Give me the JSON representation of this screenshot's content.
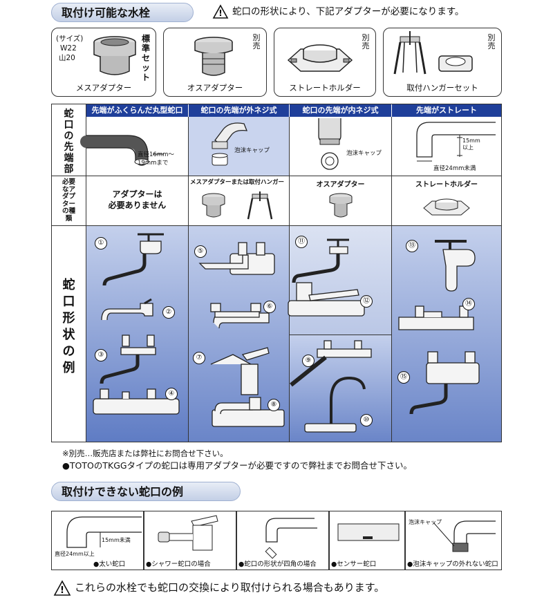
{
  "top": {
    "title": "取付け可能な水栓",
    "warning": "蛇口の形状により、下記アダプターが必要になります。"
  },
  "adapters": [
    {
      "label": "メスアダプター",
      "note": "標準セット",
      "size_label": "(サイズ)",
      "size_lines": [
        "W22",
        "山20"
      ]
    },
    {
      "label": "オスアダプター",
      "note": "別売"
    },
    {
      "label": "ストレートホルダー",
      "note": "別売"
    },
    {
      "label": "取付ハンガーセット",
      "note": "別売"
    }
  ],
  "table": {
    "headers": [
      "先端がふくらんだ丸型蛇口",
      "蛇口の先端が外ネジ式",
      "蛇口の先端が内ネジ式",
      "先端がストレート"
    ],
    "row_labels": {
      "tip": "蛇口の先端部",
      "adapter_type": "必要なアダプターの種類",
      "shape": "蛇口形状の例"
    },
    "tip_notes": {
      "col1": "直径16mm～19mmまで",
      "col2": "泡沫キャップ",
      "col3": "泡沫キャップ",
      "col4_height": "15mm以上",
      "col4_dia": "直径24mm未満"
    },
    "adapter_cells": {
      "col1": [
        "アダプターは",
        "必要ありません"
      ],
      "col2": "メスアダプターまたは取付ハンガー",
      "col3": "オスアダプター",
      "col4": "ストレートホルダー"
    },
    "numbers": [
      "①",
      "②",
      "③",
      "④",
      "⑤",
      "⑥",
      "⑦",
      "⑧",
      "⑨",
      "⑩",
      "⑪",
      "⑫",
      "⑬",
      "⑭",
      "⑮"
    ]
  },
  "notes": [
    "※別売…販売店または弊社にお問合せ下さい。",
    "●TOTOのTKGGタイプの蛇口は専用アダプターが必要ですので弊社までお問合せ下さい。"
  ],
  "bottom": {
    "title": "取付けできない蛇口の例",
    "items": [
      {
        "label": "●太い蛇口",
        "dim1": "直径24mm以上",
        "dim2": "15mm未満"
      },
      {
        "label": "●シャワー蛇口の場合"
      },
      {
        "label": "●蛇口の形状が四角の場合"
      },
      {
        "label": "●センサー蛇口"
      },
      {
        "label": "●泡沫キャップの外れない蛇口",
        "tag": "泡沫キャップ"
      }
    ],
    "footer_warning": "これらの水栓でも蛇口の交換により取付けられる場合もあります。"
  },
  "colors": {
    "header_blue": "#1f3f9a",
    "cell_blue_light": "#c9d4ee",
    "cell_blue_mid": "#8fa3d6",
    "cell_blue_dark": "#5f7cc4"
  }
}
